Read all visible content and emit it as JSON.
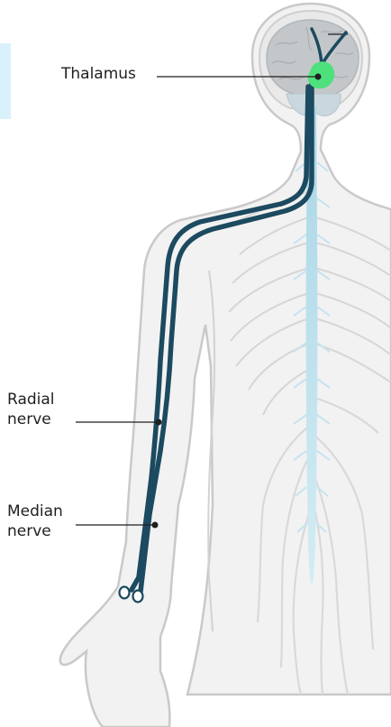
{
  "labels": {
    "thalamus": "Thalamus",
    "radial": {
      "line1": "Radial",
      "line2": "nerve"
    },
    "median": {
      "line1": "Median",
      "line2": "nerve"
    }
  },
  "colors": {
    "nerve": "#1c4a60",
    "thalamus": "#4fe07e",
    "spinal_cord": "#bfe3ee",
    "body_outline": "#c9c9c9",
    "body_fill": "#f2f2f2",
    "hex_accent": "#d9f1fa"
  }
}
